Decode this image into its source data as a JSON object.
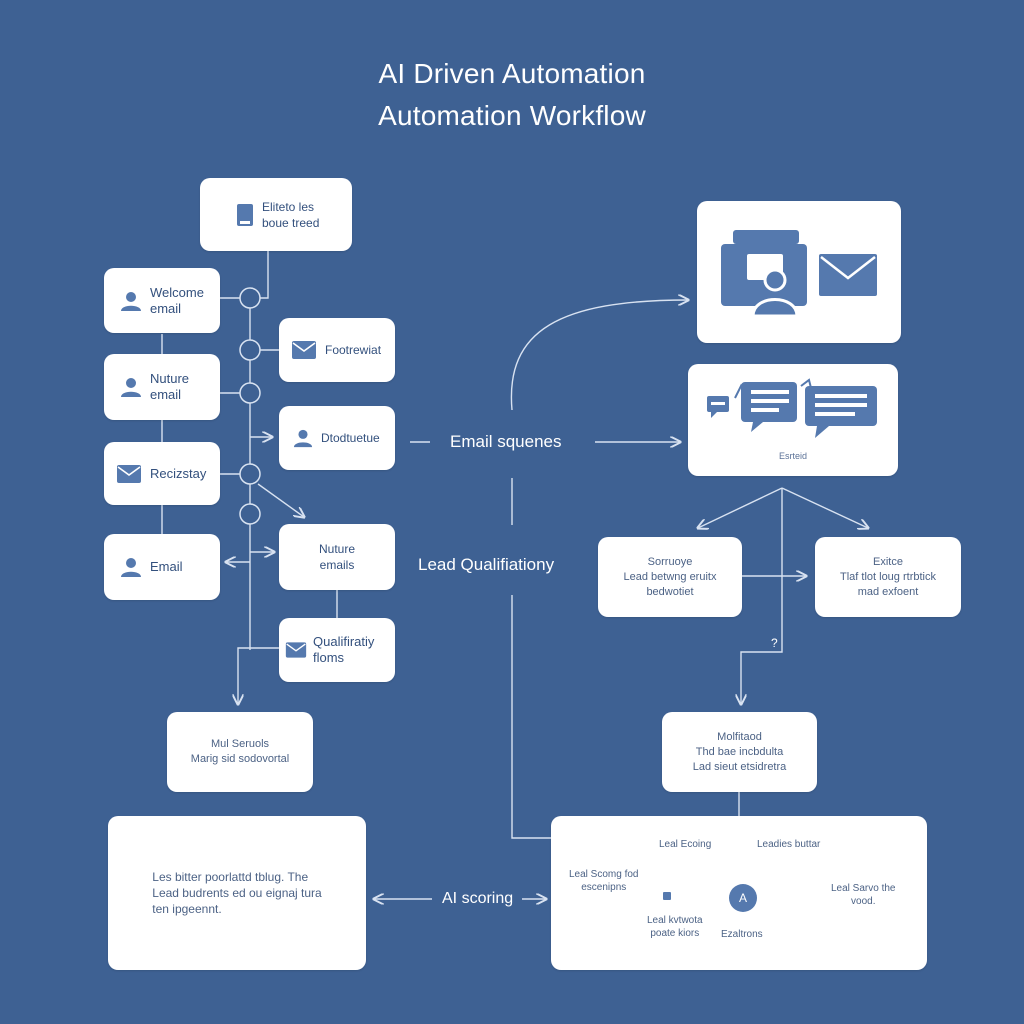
{
  "title": {
    "line1": "AI Driven Automation",
    "line2": "Automation Workflow"
  },
  "left_nodes": [
    {
      "id": "top",
      "label": "Eliteto les\nboue treed",
      "icon": "document-icon"
    },
    {
      "id": "welcome",
      "label": "Welcome\nemail",
      "icon": "user-icon"
    },
    {
      "id": "nurture",
      "label": "Nuture\nemail",
      "icon": "user-icon"
    },
    {
      "id": "reciztay",
      "label": "Recizstay",
      "icon": "envelope-icon"
    },
    {
      "id": "email",
      "label": "Email",
      "icon": "user-icon"
    },
    {
      "id": "footrewiat",
      "label": "Footrewiat",
      "icon": "envelope-icon"
    },
    {
      "id": "dtodtuetue",
      "label": "Dtodtuetue",
      "icon": "user-icon"
    },
    {
      "id": "nuture-emails",
      "label": "Nuture\nemails",
      "icon": ""
    },
    {
      "id": "qualifiratiy",
      "label": "Qualifiratiy\nfloms",
      "icon": "envelope-icon"
    },
    {
      "id": "mul-seruols",
      "label": "Mul Seruols\nMarig sid sodovortal",
      "icon": ""
    }
  ],
  "bottom_left_card": {
    "label": "Les bitter poorlattd tblug. The\nLead budrents ed ou eignaj tura\nten ipgeennt."
  },
  "flow_labels": {
    "email_sequences": "Email squenes",
    "lead_qualification": "Lead Qualifiationy",
    "ai_scoring": "AI scoring"
  },
  "right_nodes": {
    "chat_caption": "Esrteid",
    "left_branch": "Sorruoye\nLead betwng eruitx\nbedwotiet",
    "right_branch": "Exitce\nTlaf tlot loug rtrbtick\nmad exfoent",
    "question_mark": "?",
    "middle": "Molfitaod\nThd bae incbdulta\nLad sieut etsidretra"
  },
  "scoring_panel": {
    "lead_scoring": "Leal Ecoing",
    "leadies_buttar": "Leadies buttar",
    "lead_scomg": "Leal Scomg fod\nescenipns",
    "lead_serve": "Leal Sarvo the\nvood.",
    "lead_kvtwota": "Leal kvtwota\npoate kiors",
    "ezalitrons": "Ezaltrons",
    "hub_letter": "A"
  },
  "icons": {
    "document": "document-icon",
    "user": "user-icon",
    "envelope": "envelope-icon",
    "monitor": "monitor-user-icon",
    "chat": "chat-bubbles-icon"
  },
  "colors": {
    "background": "#3e6193",
    "card": "#ffffff",
    "icon": "#5579ae",
    "connector": "#d8e2f1",
    "text_dark": "#33507d"
  }
}
